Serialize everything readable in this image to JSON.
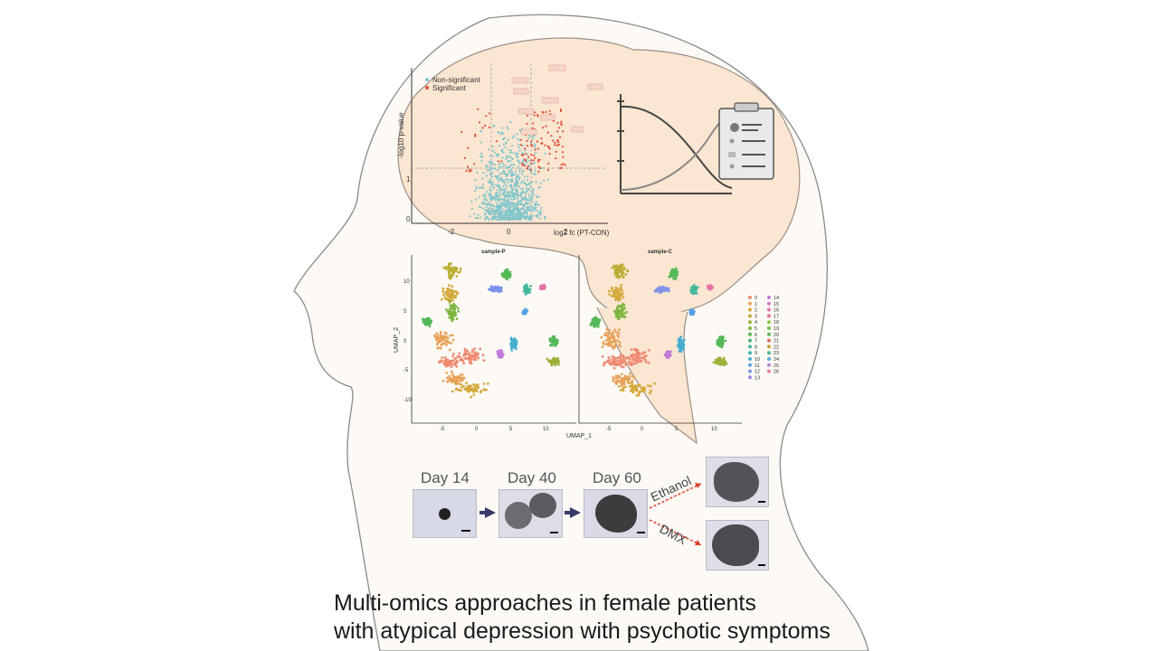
{
  "volcano": {
    "legend": [
      "Non-significant",
      "Significant"
    ],
    "ylabel": "-log10 p-value",
    "xlabel": "log2 fc (PT-CON)",
    "xticks": [
      "-2",
      "0",
      "2"
    ],
    "yticks": [
      "1",
      "0"
    ],
    "colors": {
      "nonsig": "#7fc6cc",
      "sig": "#e2503a"
    }
  },
  "umap": {
    "titles": [
      "sample-P",
      "sample-C"
    ],
    "ylabel": "UMAP_2",
    "xlabel": "UMAP_1",
    "yticks": [
      "10",
      "5",
      "0",
      "-5",
      "-10"
    ],
    "xticks": [
      "-5",
      "0",
      "5",
      "10"
    ],
    "clusters": [
      "0",
      "1",
      "2",
      "3",
      "4",
      "5",
      "6",
      "7",
      "8",
      "9",
      "10",
      "11",
      "12",
      "13",
      "14",
      "15",
      "16",
      "17",
      "18",
      "19",
      "20",
      "21",
      "22",
      "23",
      "24",
      "25",
      "26"
    ]
  },
  "timeline": {
    "days": [
      "Day 14",
      "Day 40",
      "Day 60"
    ],
    "treatments": [
      "Ethanol",
      "DMX"
    ]
  },
  "caption": {
    "line1": "Multi-omics approaches in female patients",
    "line2": "with atypical depression with psychotic symptoms"
  }
}
